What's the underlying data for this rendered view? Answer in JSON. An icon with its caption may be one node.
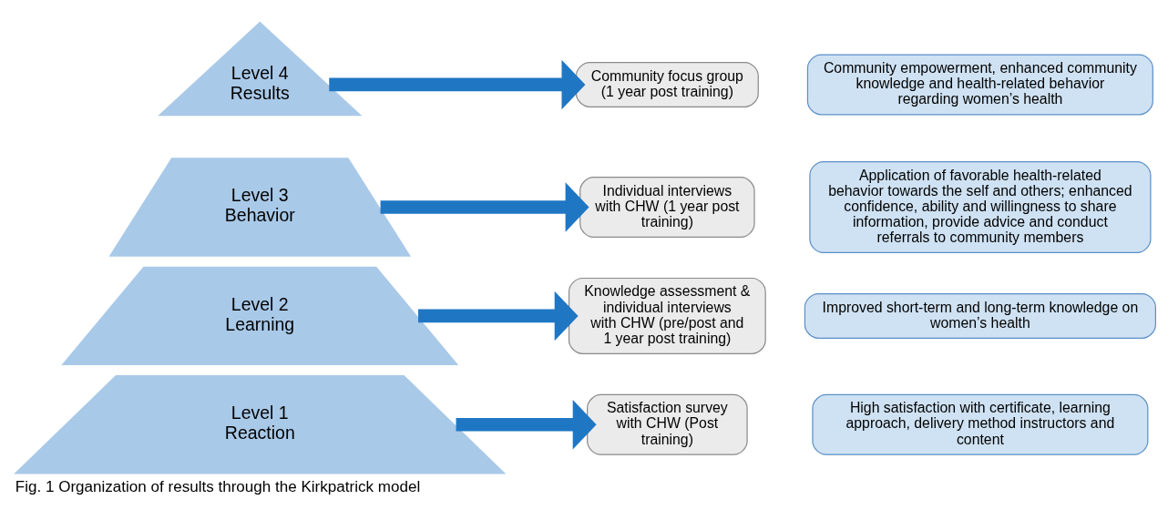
{
  "diagram": {
    "caption": "Fig. 1 Organization of results through the Kirkpatrick model",
    "nodes": [
      {
        "text": [
          "Level 4",
          "Results"
        ]
      },
      {
        "text": [
          "Community focus group (1 year post training)"
        ]
      },
      {
        "text": [
          "Community empowerment, enhanced community knowledge and health-related behavior regarding women’s health"
        ]
      },
      {
        "text": [
          "Level 3",
          "Behavior"
        ]
      },
      {
        "text": [
          "Individual interviews with CHW (1 year post training)"
        ]
      },
      {
        "text": [
          "Application of favorable health-related behavior towards the self and others; enhanced confidence, ability and willingness to share information, provide advice and conduct referrals to community members"
        ]
      },
      {
        "text": [
          "Level 2",
          "Learning"
        ]
      },
      {
        "text": [
          "Knowledge assessment & individual interviews with CHW (pre/post and 1 year post training)"
        ]
      },
      {
        "text": [
          "Improved short-term and long-term knowledge on women’s health"
        ]
      },
      {
        "text": [
          "Level 1",
          "Reaction"
        ]
      },
      {
        "text": [
          "Satisfaction survey with CHW (Post training)"
        ]
      },
      {
        "text": [
          "High satisfaction with certificate, learning approach, delivery method instructors and content"
        ]
      }
    ],
    "edges": [
      {
        "from": 0,
        "to": 1,
        "arrow": "to"
      },
      {
        "from": 3,
        "to": 4,
        "arrow": "to"
      },
      {
        "from": 6,
        "to": 7,
        "arrow": "to"
      },
      {
        "from": 9,
        "to": 10,
        "arrow": "to"
      }
    ]
  }
}
